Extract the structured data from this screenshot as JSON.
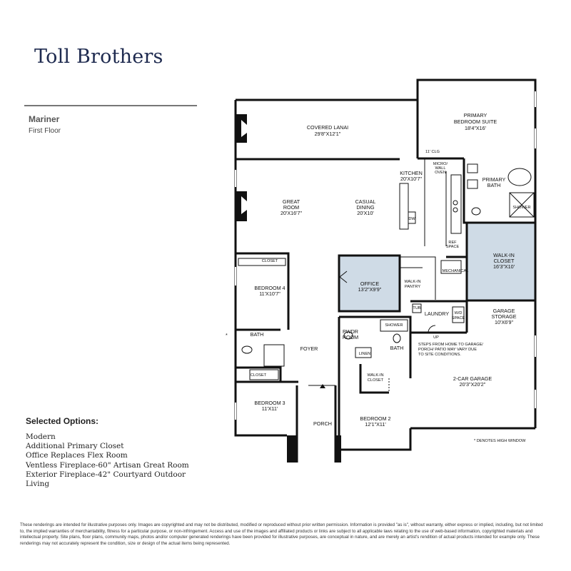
{
  "brand": {
    "logo": "Toll Brothers"
  },
  "plan": {
    "name": "Mariner",
    "floor": "First Floor"
  },
  "options": {
    "title": "Selected Options:",
    "items": [
      "Modern",
      "Additional Primary Closet",
      "Office Replaces Flex Room",
      "Ventless Fireplace-60\" Artisan Great Room",
      "Exterior Fireplace-42\" Courtyard Outdoor",
      "Living"
    ]
  },
  "rooms": {
    "covered_lanai": {
      "name": "COVERED LANAI",
      "dim": "29'8\"X12'1\""
    },
    "primary_suite": {
      "name1": "PRIMARY",
      "name2": "BEDROOM SUITE",
      "dim": "18'4\"X16'"
    },
    "great_room": {
      "name1": "GREAT",
      "name2": "ROOM",
      "dim": "20'X16'7\""
    },
    "casual_dining": {
      "name": "CASUAL",
      "name2": "DINING",
      "dim": "20'X10'"
    },
    "kitchen": {
      "name": "KITCHEN",
      "dim": "20'X10'7\""
    },
    "primary_bath": {
      "name1": "PRIMARY",
      "name2": "BATH"
    },
    "walk_in_closet": {
      "name1": "WALK-IN",
      "name2": "CLOSET",
      "dim": "16'3\"X10'"
    },
    "office": {
      "name": "OFFICE",
      "dim": "13'2\"X9'9\""
    },
    "bedroom4": {
      "name": "BEDROOM 4",
      "dim": "11'X10'7\""
    },
    "bedroom3": {
      "name": "BEDROOM 3",
      "dim": "11'X11'"
    },
    "bedroom2": {
      "name": "BEDROOM 2",
      "dim": "12'1\"X11'"
    },
    "garage_storage": {
      "name1": "GARAGE",
      "name2": "STORAGE",
      "dim": "10'X6'9\""
    },
    "garage": {
      "name": "2-CAR GARAGE",
      "dim": "20'3\"X20'2\""
    },
    "foyer": "FOYER",
    "porch": "PORCH",
    "laundry": "LAUNDRY",
    "pwdr1": "PWDR",
    "pwdr2": "ROOM",
    "bath": "BATH"
  },
  "labels": {
    "closet": "CLOSET",
    "shower": "SHOWER",
    "linen": "LINEN",
    "walk_in_closet_small1": "WALK-IN",
    "walk_in_closet_small2": "CLOSET",
    "micro1": "MICRO/",
    "micro2": "WALL",
    "micro3": "OVEN",
    "dw": "DW",
    "ref1": "REF",
    "ref2": "SPACE",
    "mechanical": "MECHANICAL",
    "walk_in_pantry1": "WALK-IN",
    "walk_in_pantry2": "PANTRY",
    "tub": "TUB",
    "wd1": "W/D",
    "wd2": "SPACE",
    "up": "UP",
    "clg": "11' CLG",
    "steps1": "STEPS FROM HOME TO GARAGE/",
    "steps2": "PORCH/ PATIO MAY VARY DUE",
    "steps3": "TO SITE CONDITIONS.",
    "high_window": "* DENOTES HIGH WINDOW",
    "asterisk": "*"
  },
  "colors": {
    "shaded_room": "#cfdbe6",
    "wall": "#111111",
    "brand": "#1e2a4f"
  },
  "disclaimer": "These renderings are intended for illustrative purposes only. Images are copyrighted and may not be distributed, modified or reproduced without prior written permission. Information is provided \"as is\", without warranty, either express or implied, including, but not limited to, the implied warranties of merchantability, fitness for a particular purpose, or non-infringement. Access and use of the images and affiliated products or links are subject to all applicable laws relating to the use of web-based information, copyrighted materials and intellectual property. Site plans, floor plans, community maps, photos and/or computer generated renderings have been provided for illustrative purposes, are conceptual in nature, and are merely an artist's rendition of actual products intended for example only. These renderings may not accurately represent the condition, size or design of the actual items being represented."
}
